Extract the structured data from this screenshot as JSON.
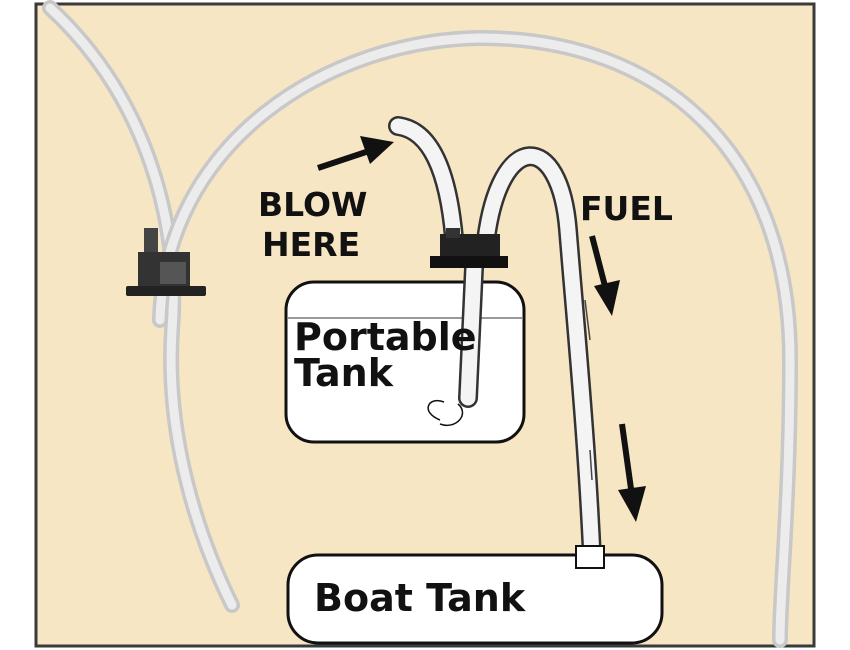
{
  "labels": {
    "blow_line1": "BLOW",
    "blow_line2": "HERE",
    "fuel": "FUEL",
    "portable_line1": "Portable",
    "portable_line2": "Tank",
    "boat_tank": "Boat Tank"
  },
  "colors": {
    "background": "#f7e6c4",
    "frame": "#3a3a3a",
    "tube_outer": "#d4d4d4",
    "tube_inner": "#f4f4f4",
    "tank_fill": "#ffffff",
    "ink": "#111111"
  }
}
